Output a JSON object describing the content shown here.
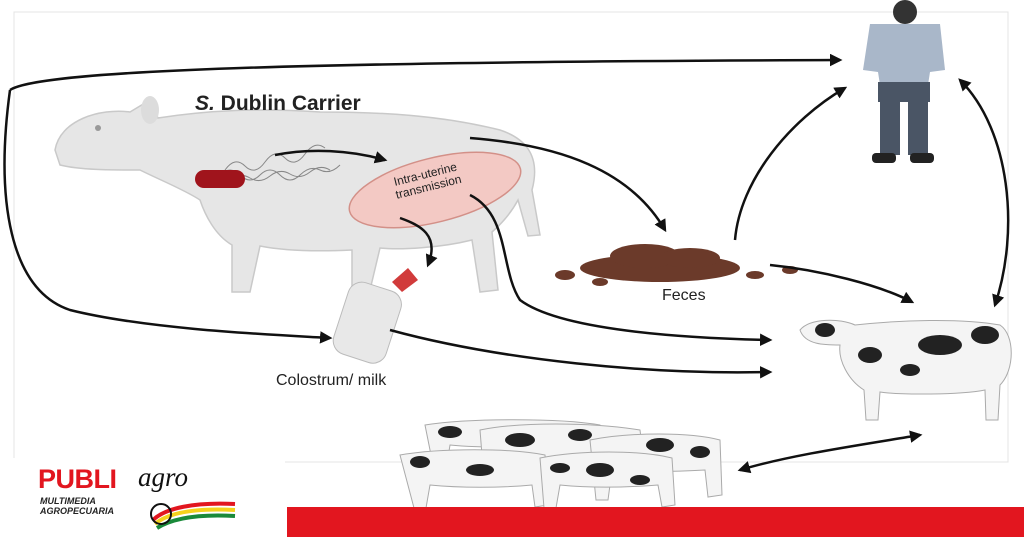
{
  "diagram": {
    "title_italic": "S.",
    "title_rest": " Dublin Carrier",
    "intra_label": "Intra-uterine transmission",
    "feces_label": "Feces",
    "colostrum_label": "Colostrum/ milk",
    "colors": {
      "arrow": "#111111",
      "cow_body": "#e6e6e6",
      "bacteria": "#a0141c",
      "feces": "#6b3a2a",
      "red_bar": "#e2161f"
    }
  },
  "logo": {
    "publi": "PUBLI",
    "agro": "agro",
    "tagline": "MULTIMEDIA AGROPECUARIA",
    "icon": "bolivia-flag-swoosh-icon"
  }
}
